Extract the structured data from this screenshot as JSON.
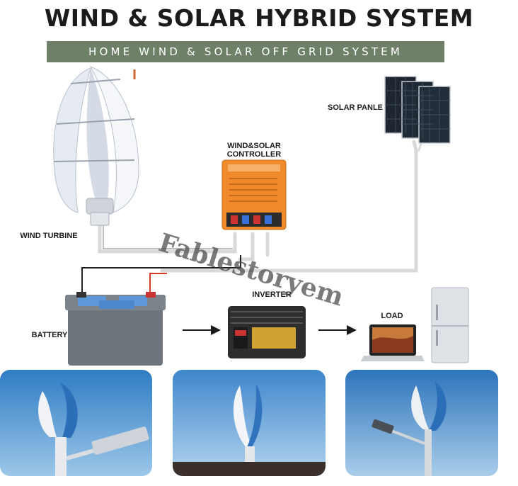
{
  "title": "WIND & SOLAR HYBRID SYSTEM",
  "subtitle": "HOME WIND & SOLAR OFF GRID SYSTEM",
  "labels": {
    "wind_turbine": "WIND TURBINE",
    "solar_panel": "SOLAR PANLE",
    "controller_line1": "WIND&SOLAR",
    "controller_line2": "CONTROLLER",
    "battery": "BATTERY",
    "inverter": "INVERTER",
    "load": "LOAD"
  },
  "watermark": "Fablestoryem",
  "colors": {
    "title": "#1b1b1b",
    "subtitle_bar": "#6f8068",
    "controller": "#f08a2a",
    "battery": "#6e757c",
    "inverter": "#2d2d2d",
    "wire": "#d6d6d6"
  },
  "icons": [
    "wind-turbine-icon",
    "solar-panel-icon",
    "controller-icon",
    "battery-icon",
    "inverter-icon",
    "laptop-icon",
    "fridge-icon",
    "arrow-right-icon"
  ]
}
